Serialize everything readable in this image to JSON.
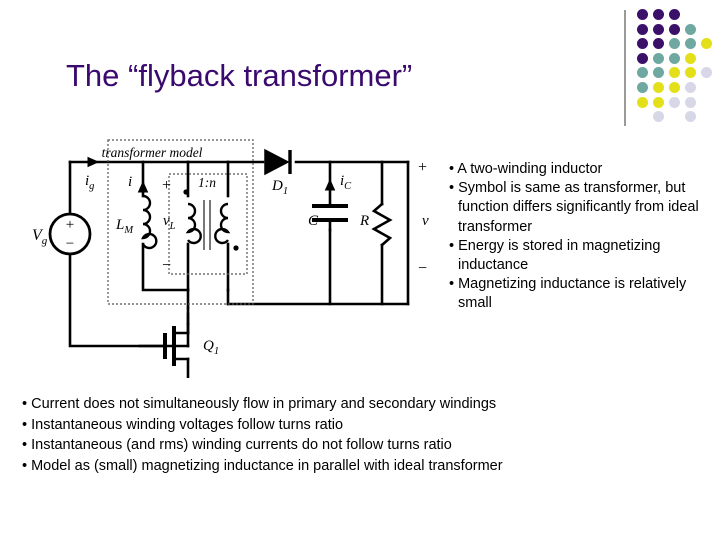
{
  "slide": {
    "title": "The “flyback transformer”",
    "title_color": "#3a0a6e",
    "background_color": "#ffffff"
  },
  "decoration": {
    "name": "dot-grid-motif",
    "divider_color": "#9a9a9a",
    "colors": {
      "purple": "#3b1069",
      "teal": "#6fa8a0",
      "yellow": "#e3e019",
      "lavender": "#d7d7e8"
    },
    "rows": [
      [
        "purple",
        "purple",
        "purple",
        null,
        null
      ],
      [
        "purple",
        "purple",
        "purple",
        "teal",
        null
      ],
      [
        "purple",
        "purple",
        "teal",
        "teal",
        "yellow"
      ],
      [
        "purple",
        "teal",
        "teal",
        "yellow",
        null
      ],
      [
        "teal",
        "teal",
        "yellow",
        "yellow",
        "lavender"
      ],
      [
        "teal",
        "yellow",
        "yellow",
        "lavender",
        null
      ],
      [
        "yellow",
        "yellow",
        "lavender",
        "lavender",
        null
      ],
      [
        null,
        "lavender",
        null,
        "lavender",
        null
      ]
    ]
  },
  "circuit": {
    "name": "flyback-converter-schematic",
    "dashed_box_label": "transformer model",
    "labels": {
      "source": "V",
      "source_sub": "g",
      "input_current": "i",
      "input_current_sub": "g",
      "magnetizing_inductance": "L",
      "magnetizing_inductance_sub": "M",
      "inductor_current": "i",
      "inductor_voltage": "v",
      "inductor_voltage_sub": "L",
      "plus_primary": "+",
      "minus_primary": "−",
      "turns_ratio": "1:n",
      "diode": "D",
      "diode_sub": "1",
      "capacitor": "C",
      "capacitor_current": "i",
      "capacitor_current_sub": "C",
      "resistor": "R",
      "output_voltage": "v",
      "plus_output": "+",
      "minus_output": "−",
      "transistor": "Q",
      "transistor_sub": "1"
    }
  },
  "right_bullets": [
    "• A two-winding inductor",
    "• Symbol is same as transformer, but function differs significantly from ideal transformer",
    "• Energy is stored in magnetizing inductance",
    "• Magnetizing inductance is relatively small"
  ],
  "bottom_bullets": [
    "• Current does not simultaneously flow in primary and secondary windings",
    "• Instantaneous winding voltages follow turns ratio",
    "• Instantaneous (and rms) winding currents do not follow turns ratio",
    "• Model as (small) magnetizing inductance in parallel with ideal transformer"
  ]
}
